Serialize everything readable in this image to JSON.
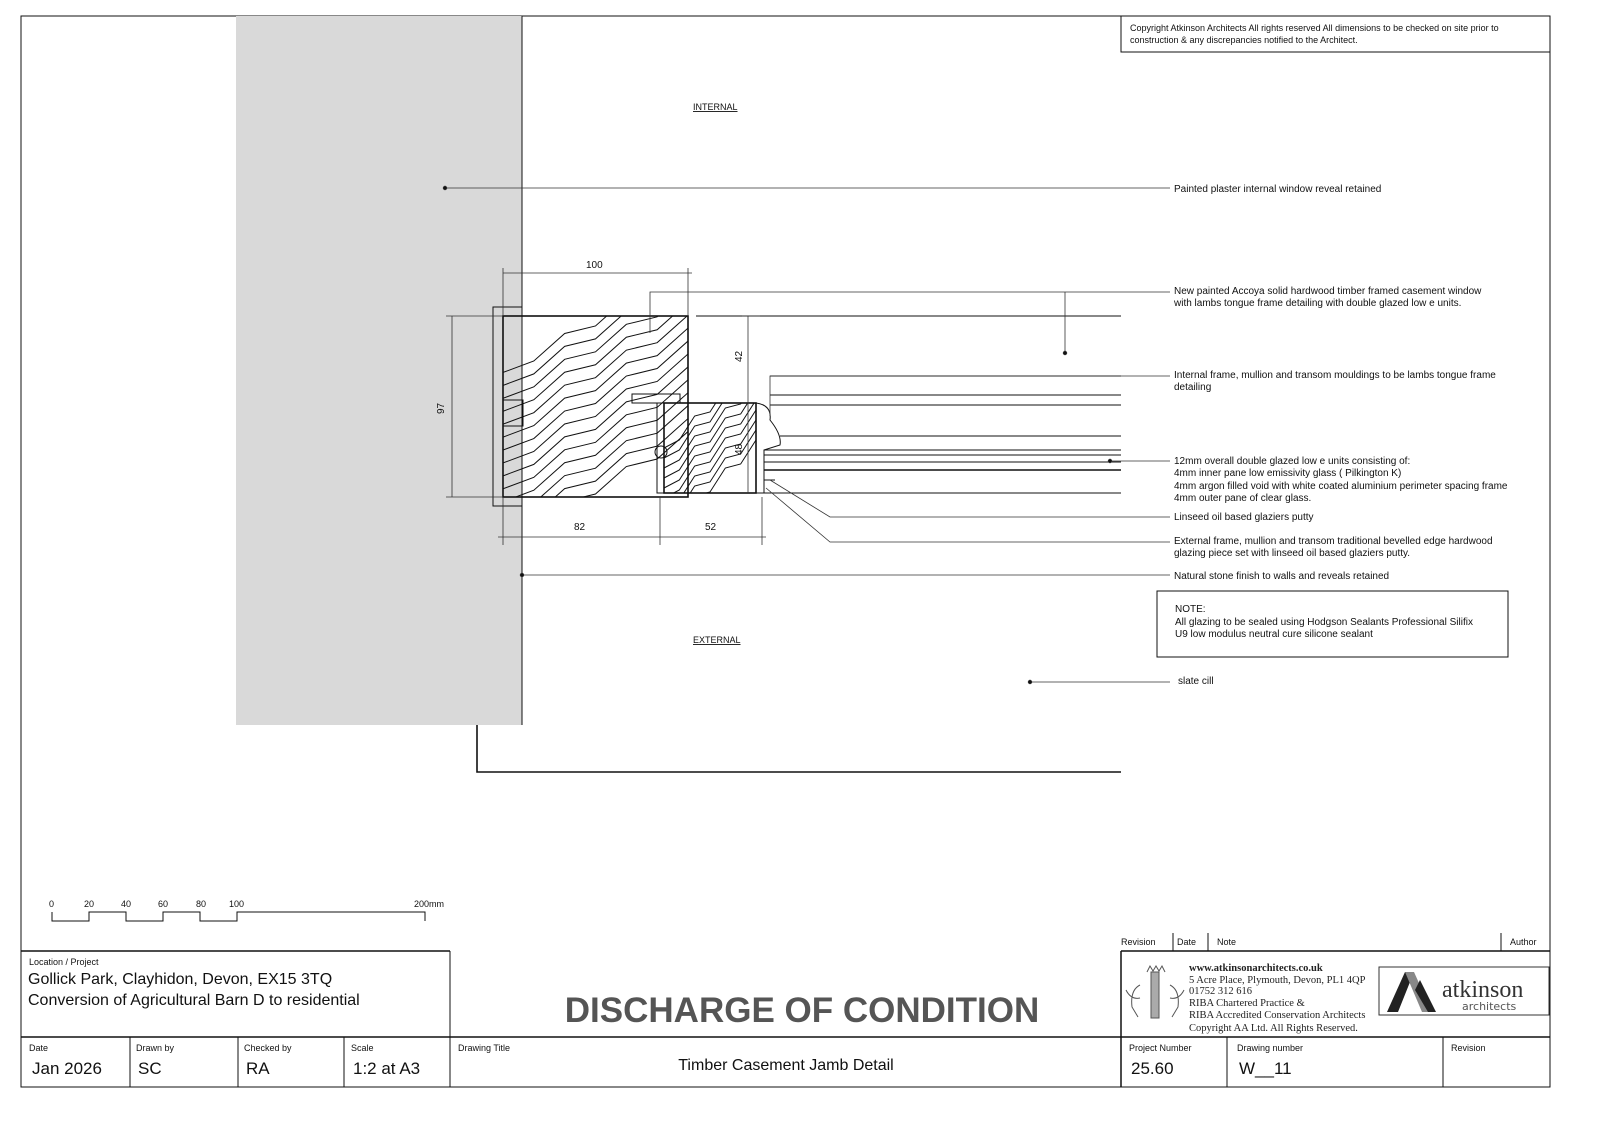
{
  "copyright_note": [
    "Copyright Atkinson Architects  All rights reserved  All dimensions to be checked on site prior to",
    "construction & any discrepancies notified to the Architect."
  ],
  "labels": {
    "internal": "INTERNAL",
    "external": "EXTERNAL"
  },
  "dimensions": {
    "frame_width": "100",
    "frame_depth": "97",
    "rebate": "42",
    "sash_depth": "48",
    "outer_frame": "82",
    "sash": "52"
  },
  "annotations": [
    [
      "Painted plaster internal window reveal retained"
    ],
    [
      "New painted Accoya solid hardwood timber framed casement window",
      "with lambs tongue frame detailing with double glazed low e units."
    ],
    [
      "Internal frame, mullion and transom mouldings to be lambs tongue frame",
      "detailing"
    ],
    [
      "12mm overall double glazed low e units consisting of:",
      "4mm inner pane low emissivity glass  ( Pilkington K)",
      "4mm argon filled void with white coated aluminium perimeter spacing frame",
      "4mm outer pane of clear glass."
    ],
    [
      "Linseed oil based glaziers putty"
    ],
    [
      "External frame, mullion and transom traditional bevelled edge hardwood",
      "glazing piece set with linseed oil based glaziers putty."
    ],
    [
      "Natural stone finish to walls and reveals retained"
    ],
    [
      "slate cill"
    ]
  ],
  "note": {
    "title": "NOTE:",
    "lines": [
      "All glazing to be sealed using Hodgson Sealants Professional Silifix",
      "U9 low modulus neutral cure silicone sealant"
    ]
  },
  "scale_bar": {
    "ticks": [
      "0",
      "20",
      "40",
      "60",
      "80",
      "100"
    ],
    "end": "200mm"
  },
  "title_block": {
    "location_label": "Location / Project",
    "location_line1": "Gollick Park, Clayhidon, Devon, EX15 3TQ",
    "location_line2": "Conversion of Agricultural Barn D to residential",
    "status": "DISCHARGE OF CONDITION",
    "date_label": "Date",
    "date": "Jan 2026",
    "drawn_label": "Drawn by",
    "drawn": "SC",
    "checked_label": "Checked by",
    "checked": "RA",
    "scale_label": "Scale",
    "scale": "1:2 at A3",
    "title_label": "Drawing Title",
    "title": "Timber Casement Jamb Detail",
    "revision_headers": [
      "Revision",
      "Date",
      "Note",
      "Author"
    ],
    "firm": {
      "website": "www.atkinsonarchitects.co.uk",
      "address": "5 Acre Place, Plymouth, Devon, PL1 4QP",
      "phone": "01752 312 616",
      "line1": "RIBA Chartered Practice &",
      "line2": "RIBA Accredited Conservation Architects",
      "copyright": "Copyright AA Ltd. All Rights Reserved.",
      "logo_name": "atkinson",
      "logo_sub": "architects"
    },
    "project_number_label": "Project Number",
    "project_number": "25.60",
    "drawing_number_label": "Drawing number",
    "drawing_number": "W__11",
    "revision_label": "Revision"
  }
}
